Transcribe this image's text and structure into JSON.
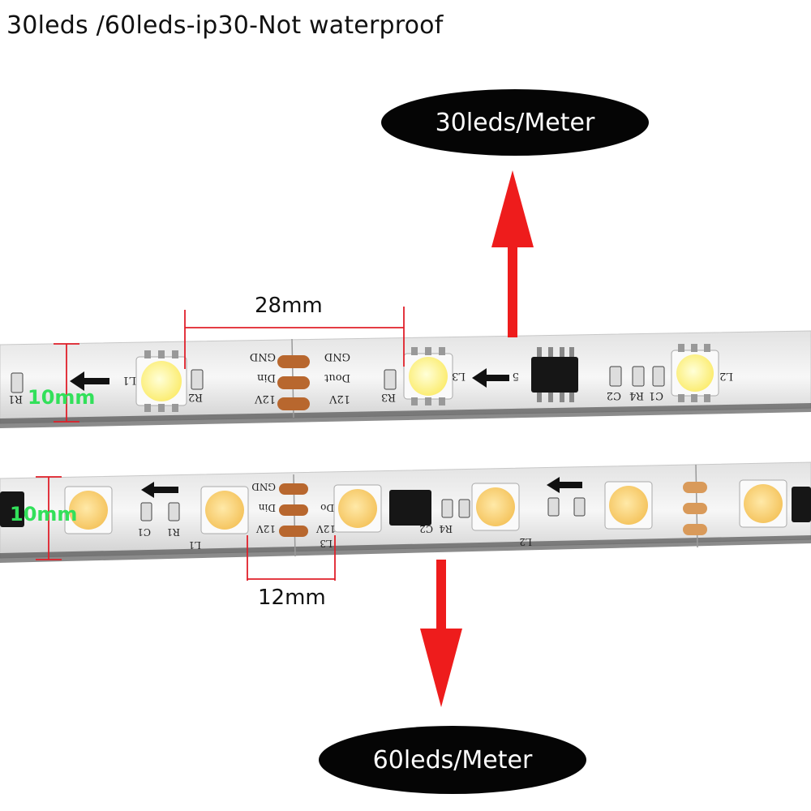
{
  "heading": "30leds /60leds-ip30-Not waterproof",
  "labels": {
    "top_density": "30leds/Meter",
    "bottom_density": "60leds/Meter",
    "spacing_top": "28mm",
    "spacing_bottom": "12mm",
    "width_top": "10mm",
    "width_bottom": "10mm"
  },
  "strip_30": {
    "pads_left": [
      "GND",
      "Din",
      "12V"
    ],
    "pads_right": [
      "GND",
      "Dout",
      "12V"
    ],
    "components": [
      "L1",
      "R2",
      "R1",
      "R3",
      "L3",
      "L2",
      "C1",
      "R4",
      "C2",
      "5"
    ]
  },
  "strip_60": {
    "pads_left": [
      "GND",
      "Din",
      "12V"
    ],
    "pads_right": [
      "Do",
      "12V"
    ],
    "components": [
      "C1",
      "R1",
      "L1",
      "R4",
      "C2",
      "L2",
      "L3"
    ]
  },
  "colors": {
    "arrow": "#ee1c1c",
    "strip": "#f4f4f4",
    "pad": "#b8672e",
    "led_warm": "#ffd878",
    "led_cool": "#fff8a8",
    "measure": "#e0202a",
    "width_text": "#32e05a"
  }
}
